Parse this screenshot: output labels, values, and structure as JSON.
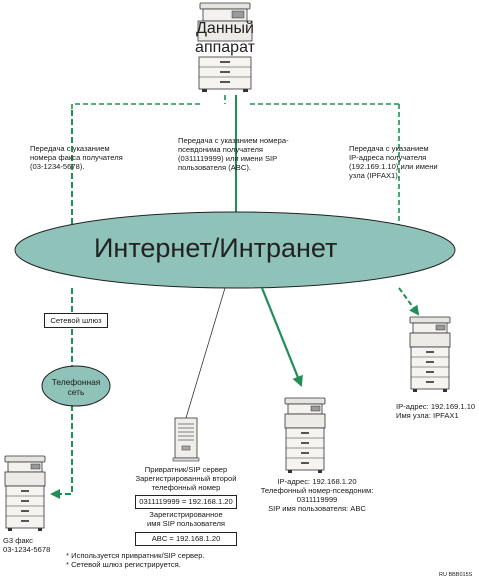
{
  "device_title": [
    "Данный",
    "аппарат"
  ],
  "network_label": "Интернет/Интранет",
  "phone_net_label": [
    "Телефонная",
    "сеть"
  ],
  "gateway_label": "Сетевой шлюз",
  "send_fax_caption": [
    "Передача с указанием",
    "номера факса получателя",
    "(03-1234-5678)."
  ],
  "send_alias_caption": [
    "Передача с указанием номера-",
    "псевдонима получателя",
    "(0311119999) или имени SIP",
    "пользователя (ABC)."
  ],
  "send_ip_caption": [
    "Передача с указанием",
    "IP-адреса получателя",
    "(192.169.1.10) или имени",
    "узла (IPFAX1)."
  ],
  "g3_caption": [
    "G3 факс",
    "03-1234-5678"
  ],
  "server_caption": [
    "Привратник/SIP сервер",
    "Зарегистрированный второй",
    "телефонный номер"
  ],
  "server_box1": "0311119999 = 192.168.1.20",
  "sip_caption": [
    "Зарегистрированное",
    "имя SIP пользователя"
  ],
  "server_box2": "ABC = 192.168.1.20",
  "center_device_caption": [
    "IP-адрес: 192.168.1.20",
    "Телефонный номер-псевдоним:",
    "0311119999",
    "SIP имя пользователя: ABC"
  ],
  "right_device_caption": [
    "IP-адрес: 192.169.1.10",
    "Имя узла: IPFAX1"
  ],
  "footnotes": [
    "* Используется привратник/SIP сервер.",
    "* Сетевой шлюз регистрируется."
  ],
  "figure_code": "RU BBB015S",
  "colors": {
    "ellipse_fill": "#8fc2b8",
    "arrow_green": "#1f8f55",
    "line_dark": "#222222"
  },
  "icons": [
    "mfp-printer-icon",
    "server-tower-icon"
  ]
}
